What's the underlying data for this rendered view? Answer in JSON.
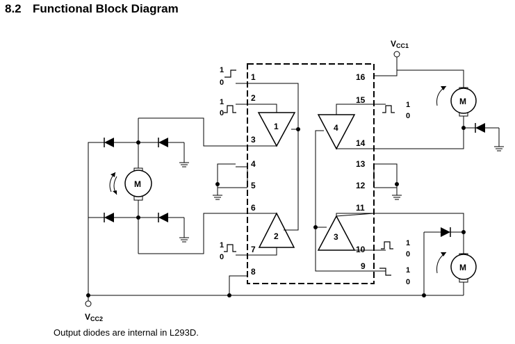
{
  "section": {
    "number": "8.2",
    "title": "Functional Block Diagram"
  },
  "supplies": {
    "vcc1": "V",
    "vcc1_sub": "CC1",
    "vcc2": "V",
    "vcc2_sub": "CC2"
  },
  "pins_left": [
    "1",
    "2",
    "3",
    "4",
    "5",
    "6",
    "7",
    "8"
  ],
  "pins_right": [
    "16",
    "15",
    "14",
    "13",
    "12",
    "11",
    "10",
    "9"
  ],
  "drivers": [
    "1",
    "2",
    "3",
    "4"
  ],
  "logic_levels": {
    "high": "1",
    "low": "0"
  },
  "motor_label": "M",
  "footnote": "Output diodes are internal in L293D."
}
